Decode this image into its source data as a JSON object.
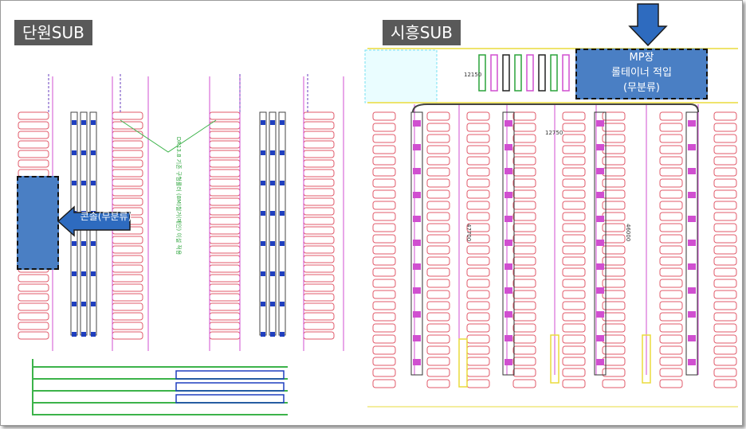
{
  "left_panel": {
    "title": "단원SUB",
    "callout": "콘솔(무분류)",
    "vertical_note": "DR13.8 기존 구형롤러 (8M)철거(메인) 이설 적용"
  },
  "right_panel": {
    "title": "시흥SUB",
    "callout_lines": [
      "MP장",
      "롤테이너 적입",
      "(무분류)"
    ],
    "dim_labels": [
      "12150",
      "12750",
      "47700",
      "46000"
    ]
  },
  "colors": {
    "label_bg": "#595959",
    "callout_fill": "#4a7fc4",
    "arrow_fill": "#2e6bbf",
    "truck": "#e05a6a",
    "conveyor_green": "#3cb34a",
    "conveyor_blue": "#1f3fbf"
  }
}
